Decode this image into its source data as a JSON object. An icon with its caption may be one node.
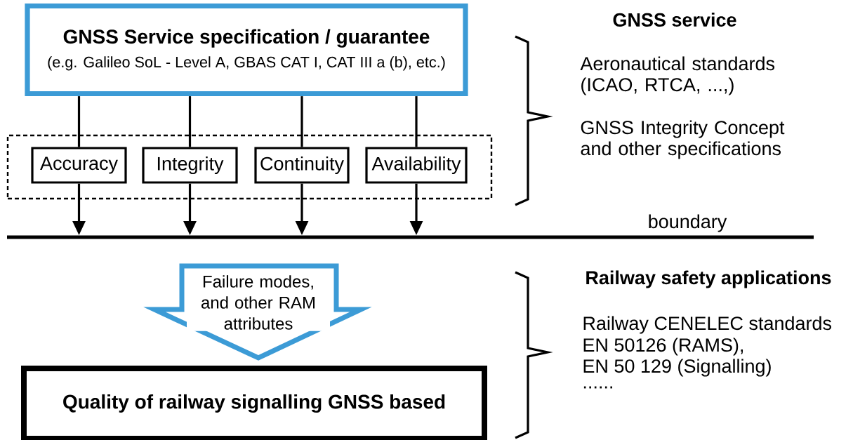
{
  "diagram": {
    "nodes": [
      {
        "text": [
          "GNSS Service specification / guarantee",
          "(e.g. Galileo SoL - Level A, GBAS CAT I, CAT III a (b), etc.)"
        ]
      },
      {
        "text": [],
        "shape": "box"
      },
      {
        "text": [
          "Accuracy"
        ],
        "in": 1
      },
      {
        "text": [
          "Integrity"
        ],
        "in": 1
      },
      {
        "text": [
          "Continuity"
        ],
        "in": 1
      },
      {
        "text": [
          "Availability"
        ],
        "in": 1
      },
      {
        "text": [],
        "shape": "bar",
        "beside": [
          "boundary"
        ]
      },
      {
        "text": [
          "Quality of railway signalling GNSS based"
        ]
      }
    ],
    "edges": [
      {
        "from": 0,
        "to": 2,
        "arrow": "none"
      },
      {
        "from": 2,
        "to": 6,
        "arrow": "to"
      },
      {
        "from": 0,
        "to": 3,
        "arrow": "none"
      },
      {
        "from": 3,
        "to": 6,
        "arrow": "to"
      },
      {
        "from": 0,
        "to": 4,
        "arrow": "none"
      },
      {
        "from": 4,
        "to": 6,
        "arrow": "to"
      },
      {
        "from": 0,
        "to": 5,
        "arrow": "none"
      },
      {
        "from": 5,
        "to": 6,
        "arrow": "to"
      },
      {
        "from": 6,
        "to": 7,
        "arrow": "to",
        "style": "thick",
        "color": "#3c9bd6",
        "label": "Failure modes, and other RAM attributes"
      }
    ],
    "labels": [
      "GNSS service",
      "Aeronautical standards (ICAO, RTCA, ...,)",
      "GNSS Integrity Concept and other specifications",
      "Railway safety applications",
      "Railway CENELEC standards",
      "EN 50126 (RAMS),",
      "EN 50 129 (Signalling)",
      "......"
    ]
  }
}
